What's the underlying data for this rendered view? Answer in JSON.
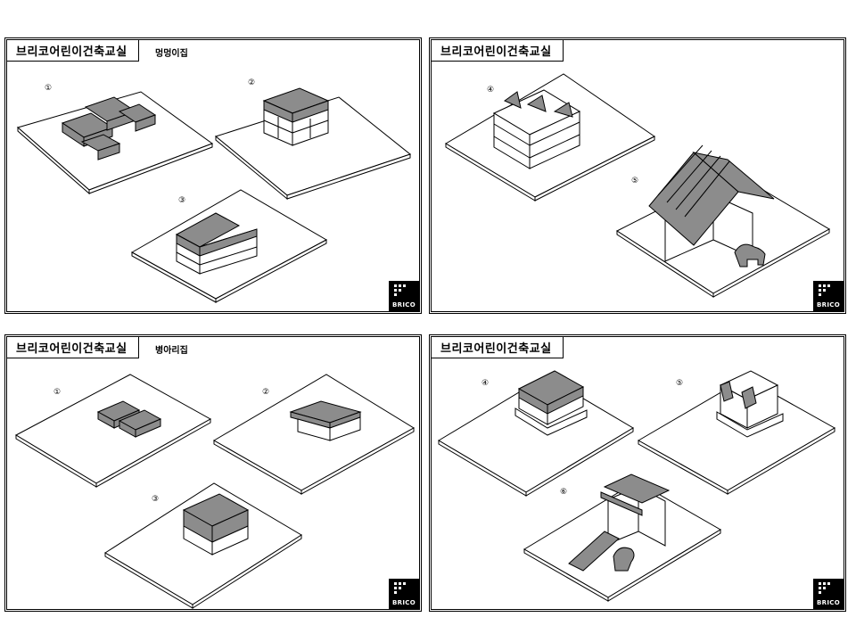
{
  "panels": [
    {
      "title": "브리코어린이건축교실",
      "subtitle": "멍멍이집",
      "steps": [
        "①",
        "②",
        "③"
      ],
      "logo": "BRICO"
    },
    {
      "title": "브리코어린이건축교실",
      "subtitle": "",
      "steps": [
        "④",
        "⑤"
      ],
      "logo": "BRICO"
    },
    {
      "title": "브리코어린이건축교실",
      "subtitle": "병아리집",
      "steps": [
        "①",
        "②",
        "③"
      ],
      "logo": "BRICO"
    },
    {
      "title": "브리코어린이건축교실",
      "subtitle": "",
      "steps": [
        "④",
        "⑤",
        "⑥"
      ],
      "logo": "BRICO"
    }
  ],
  "colors": {
    "brick_dark": "#8c8c8c",
    "brick_light": "#ffffff",
    "line": "#000000"
  },
  "icons": [
    "brico-logo-icon",
    "dog-figure-icon",
    "chick-figure-icon"
  ]
}
